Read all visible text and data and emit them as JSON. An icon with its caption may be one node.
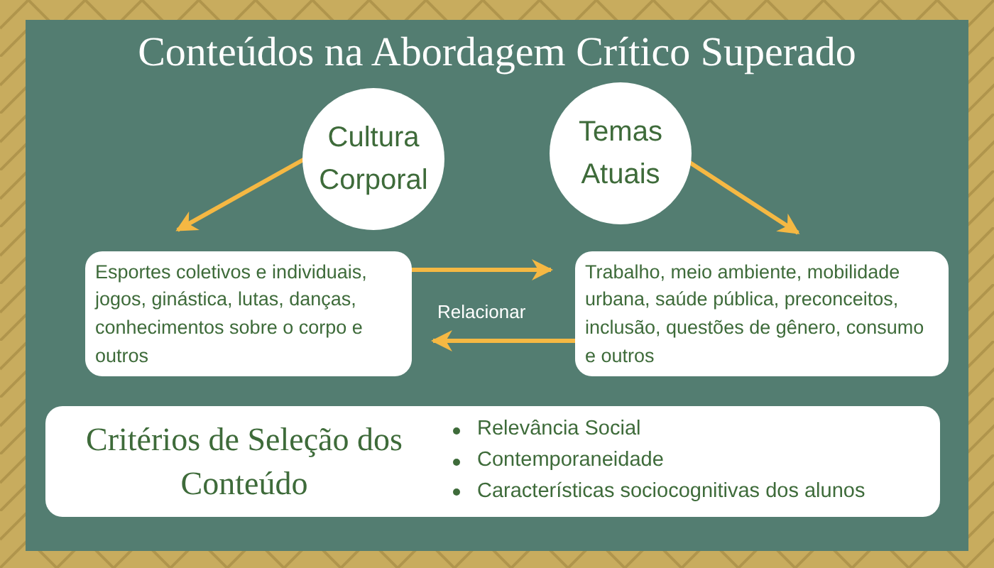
{
  "diagram": {
    "title": "Conteúdos na Abordagem Crítico Superado",
    "nodes": [
      {
        "text": [
          "Cultura Corporal"
        ]
      },
      {
        "text": [
          "Temas Atuais"
        ]
      },
      {
        "text": [
          "Esportes coletivos e individuais, jogos, ginástica, lutas, danças, conhecimentos sobre o corpo e outros"
        ]
      },
      {
        "text": [
          "Trabalho, meio ambiente, mobilidade urbana, saúde pública, preconceitos, inclusão, questões de gênero, consumo e outros"
        ]
      },
      {
        "text": [
          "Critérios de Seleção dos Conteúdo",
          "Relevância Social",
          "Contemporaneidade",
          "Características sociocognitivas dos alunos"
        ]
      }
    ],
    "edges": [
      {
        "from": 0,
        "to": 2,
        "arrow": "to"
      },
      {
        "from": 1,
        "to": 3,
        "arrow": "to"
      },
      {
        "from": 2,
        "to": 3,
        "arrow": "to"
      },
      {
        "from": 3,
        "to": 2,
        "arrow": "to"
      }
    ],
    "labels": [
      "Relacionar"
    ]
  }
}
